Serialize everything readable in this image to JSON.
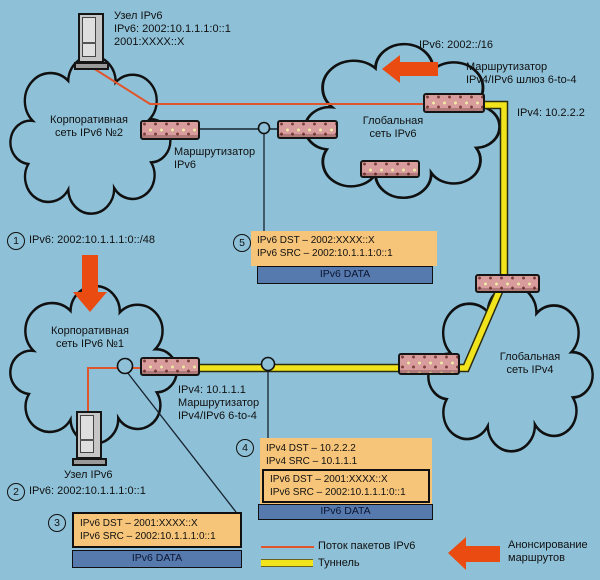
{
  "colors": {
    "background": "#8EC1D8",
    "packet_box": "#F7C57A",
    "data_bar": "#5679AE",
    "flow_line": "#E0552C",
    "tunnel": "#F2E41C",
    "announce_arrow": "#E94B10",
    "router_fill": "#D89C9C"
  },
  "hosts": {
    "top": {
      "title": "Узел IPv6",
      "addr1": "IPv6: 2002:10.1.1.1:0::1",
      "addr2": "2001:XXXX::X"
    },
    "bottom": {
      "title": "Узел IPv6"
    }
  },
  "clouds": {
    "corp2": {
      "line1": "Корпоративная",
      "line2": "сеть IPv6 №2"
    },
    "global_ipv6": {
      "line1": "Глобальная",
      "line2": "сеть IPv6"
    },
    "corp1": {
      "line1": "Корпоративная",
      "line2": "сеть IPv6 №1"
    },
    "global_ipv4": {
      "line1": "Глобальная",
      "line2": "сеть IPv4"
    }
  },
  "routers": {
    "ipv6_router": {
      "line1": "Маршрутизатор",
      "line2": "IPv6"
    },
    "gateway": {
      "line1": "Маршрутизатор",
      "line2": "IPv4/IPv6 шлюз 6-to-4",
      "ip": "IPv4: 10.2.2.2"
    },
    "r6to4": {
      "line1": "IPv4: 10.1.1.1",
      "line2": "Маршрутизатор",
      "line3": "IPv4/IPv6 6-to-4"
    }
  },
  "annotations": {
    "prefix16": "IPv6: 2002::/16",
    "step1": {
      "num": "1",
      "text": "IPv6: 2002:10.1.1.1:0::/48"
    },
    "step2": {
      "num": "2",
      "text": "IPv6: 2002:10.1.1.1:0::1"
    }
  },
  "packets": {
    "p3": {
      "num": "3",
      "dst": "IPv6 DST – 2001:XXXX::X",
      "src": "IPv6 SRC – 2002:10.1.1.1:0::1",
      "data": "IPv6 DATA"
    },
    "p4": {
      "num": "4",
      "ipv4_dst": "IPv4 DST – 10.2.2.2",
      "ipv4_src": "IPv4 SRC – 10.1.1.1",
      "ipv6_dst": "IPv6 DST – 2001:XXXX::X",
      "ipv6_src": "IPv6 SRC – 2002:10.1.1.1:0::1",
      "data": "IPv6 DATA"
    },
    "p5": {
      "num": "5",
      "dst": "IPv6 DST – 2002:XXXX::X",
      "src": "IPv6 SRC – 2002:10.1.1.1:0::1",
      "data": "IPv6 DATA"
    }
  },
  "legend": {
    "flow": "Поток пакетов IPv6",
    "tunnel": "Туннель",
    "announce1": "Анонсирование",
    "announce2": "маршрутов"
  }
}
